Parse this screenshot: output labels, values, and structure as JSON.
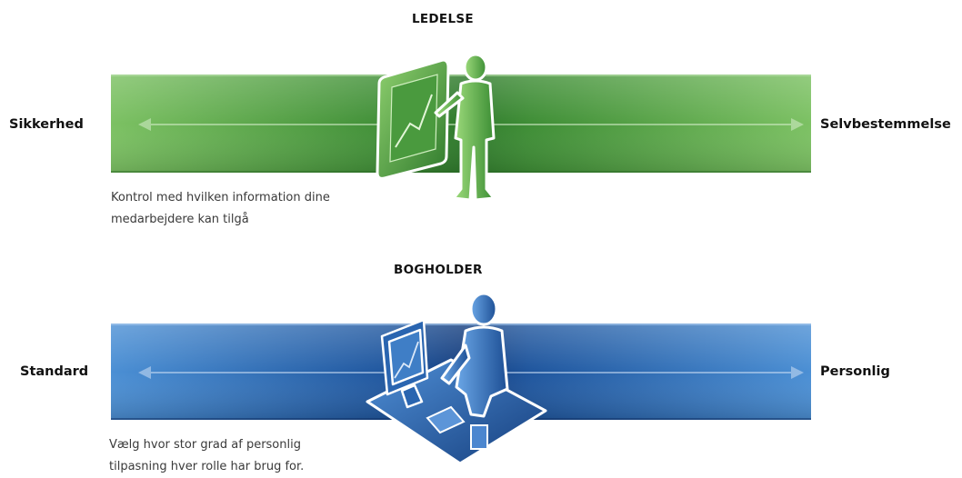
{
  "ledelse": {
    "title": "LEDELSE",
    "left_label": "Sikkerhed",
    "right_label": "Selvbestemmelse",
    "description_lines": [
      "Kontrol med hvilken information dine",
      "medarbejdere kan tilgå"
    ],
    "band_color": "#5fa84a",
    "band_color_dark": "#3f8a33"
  },
  "bogholder": {
    "title": "BOGHOLDER",
    "left_label": "Standard",
    "right_label": "Personlig",
    "description_lines": [
      "Vælg hvor stor grad af personlig",
      "tilpasning hver rolle har brug for."
    ],
    "band_color": "#3a78c0",
    "band_color_dark": "#1f4f94"
  }
}
